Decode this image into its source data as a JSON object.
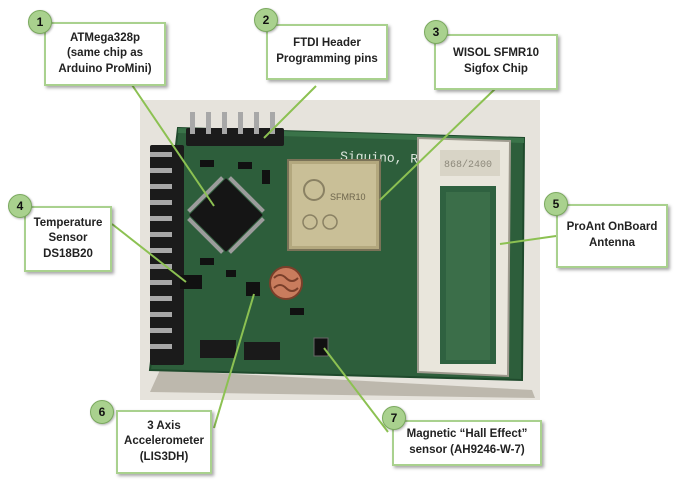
{
  "callouts": [
    {
      "num": "1",
      "label": "ATMega328p\n(same chip as\nArduino ProMini)"
    },
    {
      "num": "2",
      "label": "FTDI Header\nProgramming pins"
    },
    {
      "num": "3",
      "label": "WISOL SFMR10\nSigfox Chip"
    },
    {
      "num": "4",
      "label": "Temperature\nSensor\nDS18B20"
    },
    {
      "num": "5",
      "label": "ProAnt OnBoard\nAntenna"
    },
    {
      "num": "6",
      "label": "3 Axis\nAccelerometer\n(LIS3DH)"
    },
    {
      "num": "7",
      "label": "Magnetic “Hall Effect”\nsensor (AH9246-W-7)"
    }
  ],
  "board": {
    "silkscreen": "Siguino, Rev: 0.1",
    "module_text": "SFMR10",
    "antenna_text": "868/2400"
  },
  "colors": {
    "callout_border": "#a9d18e",
    "badge_fill": "#a9d18e",
    "leader_line": "#8cc152",
    "pcb": "#2d5e3b"
  }
}
